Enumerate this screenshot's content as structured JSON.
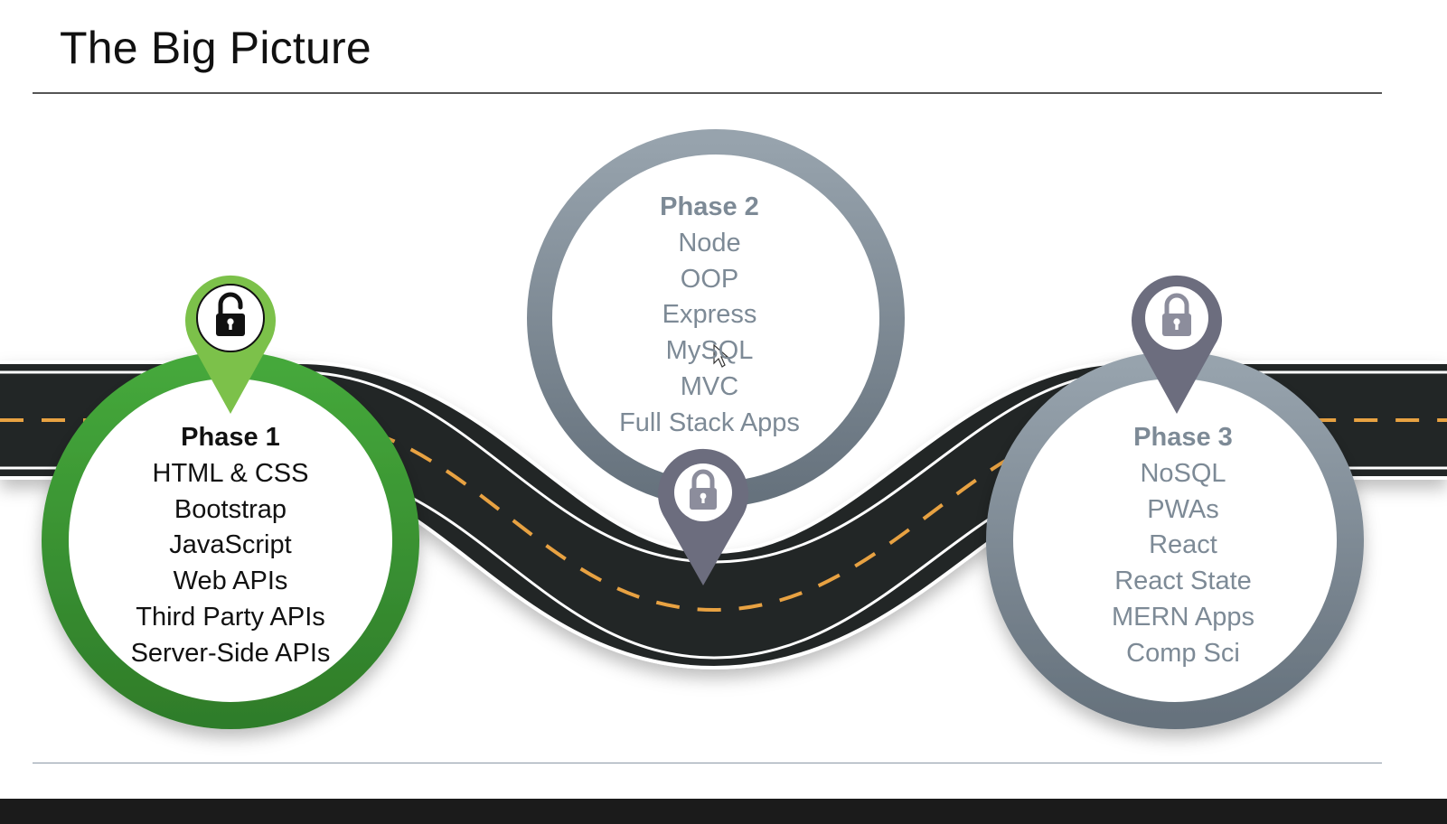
{
  "title": "The Big Picture",
  "colors": {
    "road": "#222526",
    "road_dash": "#e8a243",
    "phase1_ring": "#3c9a34",
    "phase1_pin": "#7cc14a",
    "locked_ring": "#7f8b95",
    "locked_pin": "#6c6d7e",
    "locked_text": "#7d8a96"
  },
  "phases": [
    {
      "title": "Phase 1",
      "items": [
        "HTML & CSS",
        "Bootstrap",
        "JavaScript",
        "Web APIs",
        "Third Party APIs",
        "Server-Side APIs"
      ],
      "status": "unlocked",
      "icon": "unlocked-padlock-icon"
    },
    {
      "title": "Phase 2",
      "items": [
        "Node",
        "OOP",
        "Express",
        "MySQL",
        "MVC",
        "Full Stack Apps"
      ],
      "status": "locked",
      "icon": "locked-padlock-icon"
    },
    {
      "title": "Phase 3",
      "items": [
        "NoSQL",
        "PWAs",
        "React",
        "React State",
        "MERN Apps",
        "Comp Sci"
      ],
      "status": "locked",
      "icon": "locked-padlock-icon"
    }
  ]
}
